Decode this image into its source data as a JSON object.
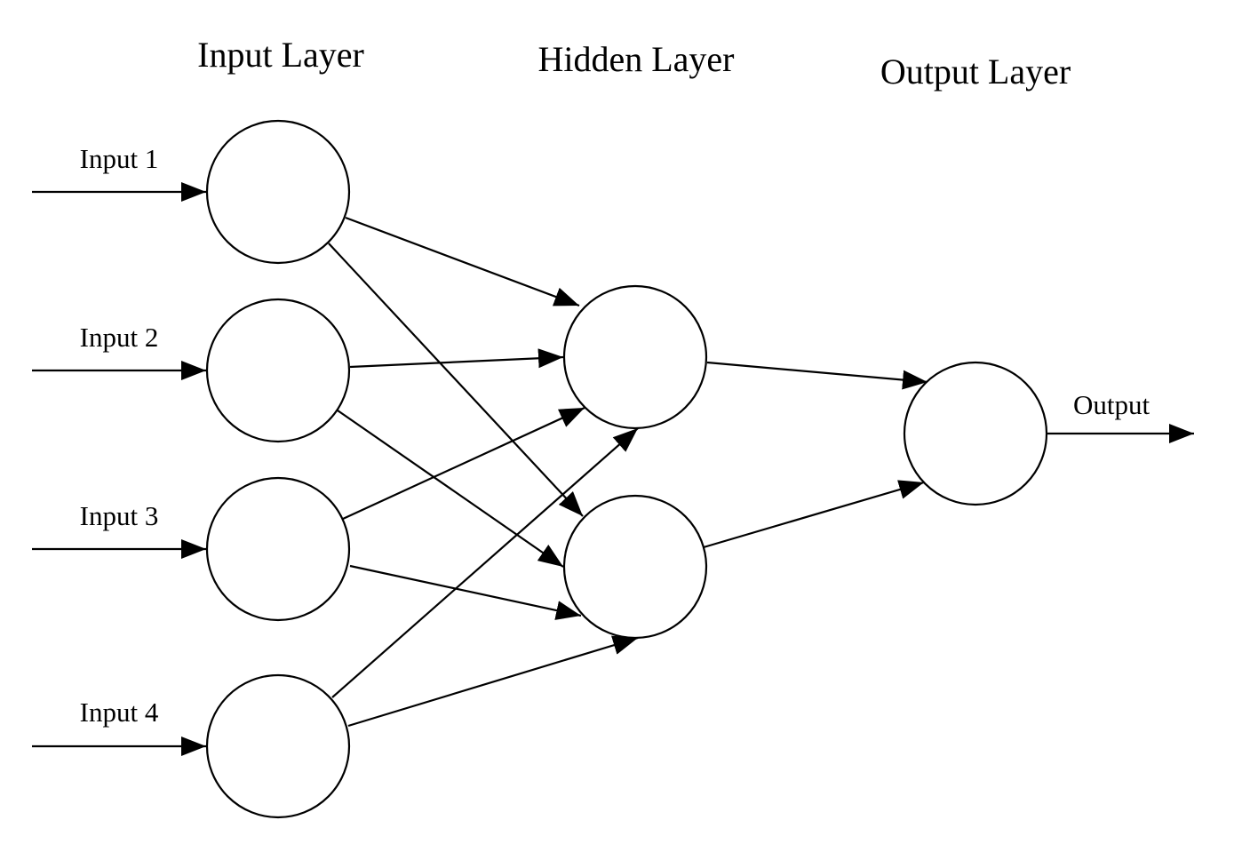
{
  "layers": [
    {
      "title": "Input Layer",
      "node_count": 4
    },
    {
      "title": "Hidden Layer",
      "node_count": 2
    },
    {
      "title": "Output Layer",
      "node_count": 1
    }
  ],
  "inputs": [
    "Input 1",
    "Input 2",
    "Input 3",
    "Input 4"
  ],
  "output": "Output",
  "colors": {
    "stroke": "#000000",
    "background": "#ffffff"
  }
}
